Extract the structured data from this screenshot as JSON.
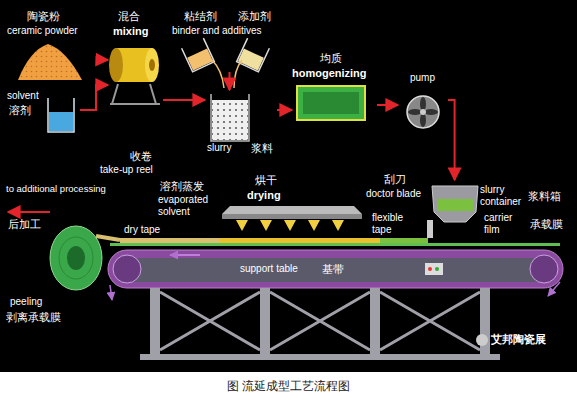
{
  "diagram": {
    "caption": "图 流延成型工艺流程图",
    "nodes": [
      {
        "text": [
          "陶瓷粉",
          "ceramic powder"
        ]
      },
      {
        "text": [
          "solvent",
          "溶剂"
        ]
      },
      {
        "text": [
          "混合",
          "mixing"
        ]
      },
      {
        "text": [
          "粘结剂",
          "添加剂",
          "binder and additives"
        ]
      },
      {
        "text": [
          "slurry",
          "浆料"
        ]
      },
      {
        "text": [
          "均质",
          "homogenizing"
        ]
      },
      {
        "text": [
          "pump"
        ]
      },
      {
        "text": [
          "slurry container",
          "浆料箱"
        ]
      },
      {
        "text": [
          "烘干",
          "drying"
        ]
      },
      {
        "text": [
          "收卷",
          "take-up reel"
        ]
      },
      {
        "text": [
          "support table",
          "基带"
        ]
      }
    ],
    "edges": [
      {
        "from": 0,
        "to": 2,
        "arrow": "to"
      },
      {
        "from": 1,
        "to": 2,
        "arrow": "to"
      },
      {
        "from": 2,
        "to": 4,
        "arrow": "to"
      },
      {
        "from": 3,
        "to": 4,
        "arrow": "to"
      },
      {
        "from": 4,
        "to": 5,
        "arrow": "to"
      },
      {
        "from": 5,
        "to": 6,
        "arrow": "to"
      },
      {
        "from": 6,
        "to": 7,
        "arrow": "to"
      }
    ],
    "labels": [
      "to additional processing",
      "后加工",
      "evaporated solvent",
      "溶剂蒸发",
      "dry tape",
      "doctor blade",
      "刮刀",
      "flexible tape",
      "carrier film",
      "承载膜",
      "peeling",
      "剥离承载膜",
      "艾邦陶瓷展"
    ]
  }
}
